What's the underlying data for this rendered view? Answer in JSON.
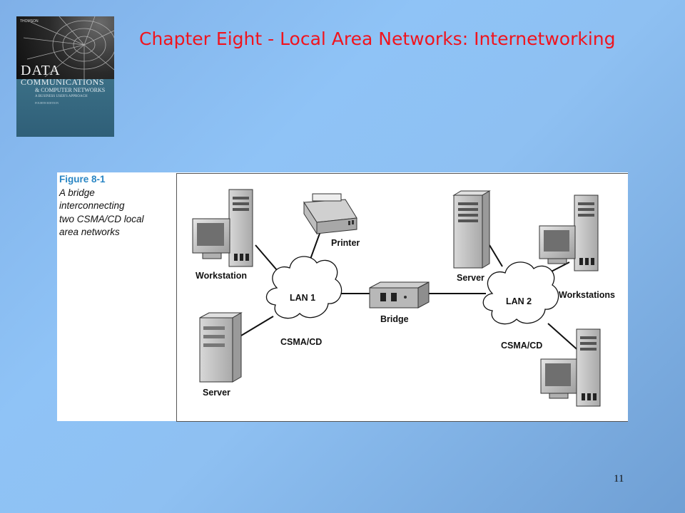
{
  "cover": {
    "brand": "THOMSON",
    "line1": "DATA",
    "line2": "COMMUNICATIONS",
    "line3": "& COMPUTER NETWORKS",
    "line4": "A BUSINESS USER'S APPROACH",
    "line5": "FOURTH EDITION"
  },
  "title": "Chapter Eight - Local Area Networks: Internetworking",
  "caption": {
    "figure": "Figure 8-1",
    "lines": [
      "A bridge",
      "interconnecting",
      "two CSMA/CD local",
      "area networks"
    ]
  },
  "diagram": {
    "workstation": "Workstation",
    "printer": "Printer",
    "server_left": "Server",
    "lan1": "LAN 1",
    "csma1": "CSMA/CD",
    "bridge": "Bridge",
    "server_right": "Server",
    "lan2": "LAN 2",
    "csma2": "CSMA/CD",
    "workstations": "Workstations"
  },
  "page_number": "11"
}
